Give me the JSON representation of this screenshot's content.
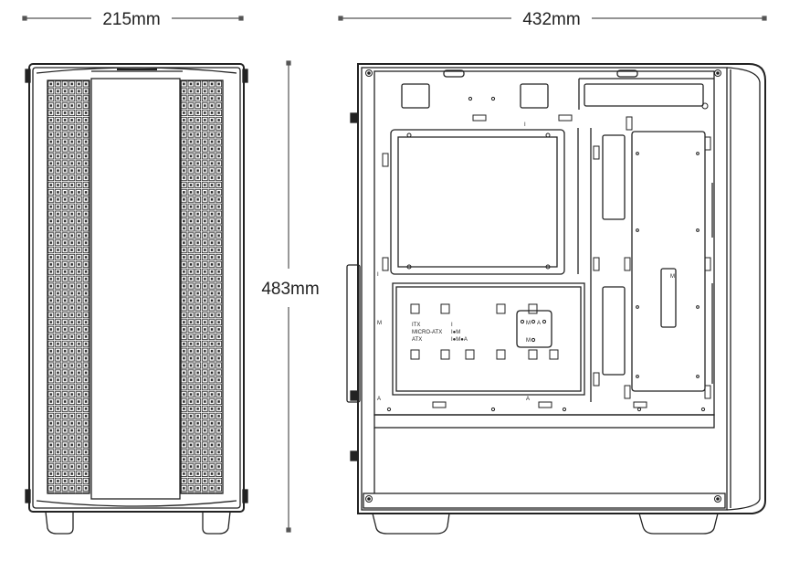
{
  "dimensions": {
    "width": "215mm",
    "depth": "432mm",
    "height": "483mm"
  },
  "board_labels": {
    "col1": [
      "ITX",
      "MICRO-ATX",
      "ATX"
    ],
    "col2": [
      "I",
      "I●M",
      "I●M●A"
    ]
  },
  "standoff_letters": [
    "M",
    "A",
    "M",
    "M"
  ],
  "marker_letters": {
    "top_i": "I",
    "left_m": "M",
    "left_i": "I",
    "left_a": "A",
    "bottom_a": "A"
  },
  "colors": {
    "line": "#222222",
    "dim_line": "#555555",
    "background": "#ffffff"
  }
}
